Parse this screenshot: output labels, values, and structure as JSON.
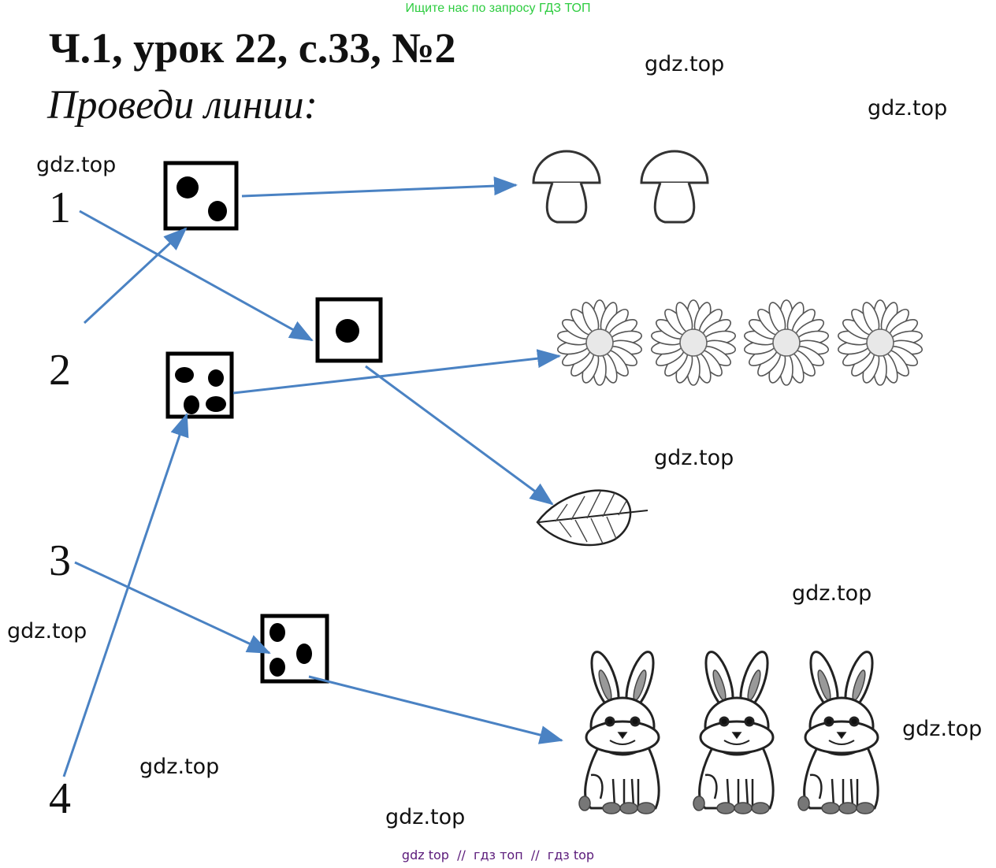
{
  "banner": "Ищите нас по запросу ГДЗ ТОП",
  "header": {
    "title": "Ч.1, урок 22, с.33, №2",
    "instruction": "Проведи линии:"
  },
  "watermark": "gdz.top",
  "footer": "gdz top  //  гдз топ  //  гдз top",
  "numbers": [
    "1",
    "2",
    "3",
    "4"
  ],
  "dice": [
    {
      "name": "die-two-dots",
      "dots": 2
    },
    {
      "name": "die-one-dot",
      "dots": 1
    },
    {
      "name": "die-four-dots",
      "dots": 4
    },
    {
      "name": "die-three-dots",
      "dots": 3
    }
  ],
  "pictures": [
    {
      "name": "mushrooms",
      "count": 2
    },
    {
      "name": "daisies",
      "count": 4
    },
    {
      "name": "leaf",
      "count": 1
    },
    {
      "name": "bunnies",
      "count": 3
    }
  ],
  "connections": [
    {
      "from": "number-1",
      "to": "die-one-dot"
    },
    {
      "from": "number-2",
      "to": "die-two-dots"
    },
    {
      "from": "number-3",
      "to": "die-three-dots"
    },
    {
      "from": "number-4",
      "to": "die-four-dots"
    },
    {
      "from": "die-two-dots",
      "to": "mushrooms"
    },
    {
      "from": "die-one-dot",
      "to": "leaf"
    },
    {
      "from": "die-four-dots",
      "to": "daisies"
    },
    {
      "from": "die-three-dots",
      "to": "bunnies"
    }
  ],
  "colors": {
    "arrow": "#4a82c3",
    "banner": "#2ecc40",
    "footer": "#5a1a7a"
  }
}
